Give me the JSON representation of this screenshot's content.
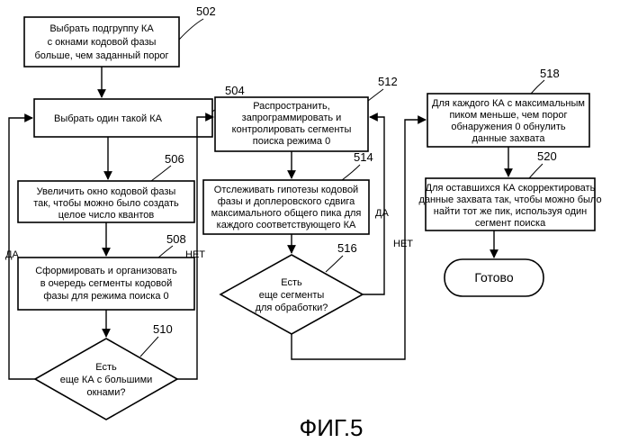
{
  "figure": {
    "caption": "ФИГ.5",
    "nodes": {
      "n502": {
        "ref": "502",
        "lines": [
          "Выбрать подгруппу КА",
          "с окнами кодовой фазы",
          "больше, чем заданный порог"
        ]
      },
      "n504": {
        "ref": "504",
        "lines": [
          "Выбрать один такой КА"
        ]
      },
      "n506": {
        "ref": "506",
        "lines": [
          "Увеличить окно кодовой фазы",
          "так, чтобы можно было создать",
          "целое число квантов"
        ]
      },
      "n508": {
        "ref": "508",
        "lines": [
          "Сформировать и организовать",
          "в очередь сегменты кодовой",
          "фазы для режима поиска 0"
        ]
      },
      "n510": {
        "ref": "510",
        "lines": [
          "Есть",
          "еще КА с большими",
          "окнами?"
        ]
      },
      "n512": {
        "ref": "512",
        "lines": [
          "Распространить,",
          "запрограммировать и",
          "контролировать сегменты",
          "поиска режима 0"
        ]
      },
      "n514": {
        "ref": "514",
        "lines": [
          "Отслеживать гипотезы кодовой",
          "фазы и доплеровского сдвига",
          "максимального общего пика для",
          "каждого соответствующего КА"
        ]
      },
      "n516": {
        "ref": "516",
        "lines": [
          "Есть",
          "еще сегменты",
          "для обработки?"
        ]
      },
      "n518": {
        "ref": "518",
        "lines": [
          "Для каждого КА с максимальным",
          "пиком меньше, чем порог",
          "обнаружения 0 обнулить",
          "данные захвата"
        ]
      },
      "n520": {
        "ref": "520",
        "lines": [
          "Для оставшихся КА скорректировать",
          "данные захвата так, чтобы можно было",
          "найти тот же пик, используя один",
          "сегмент поиска"
        ]
      },
      "done": {
        "lines": [
          "Готово"
        ]
      }
    },
    "edges": {
      "e510_yes": "ДА",
      "e510_no": "НЕТ",
      "e516_yes": "ДА",
      "e516_no": "НЕТ"
    }
  }
}
